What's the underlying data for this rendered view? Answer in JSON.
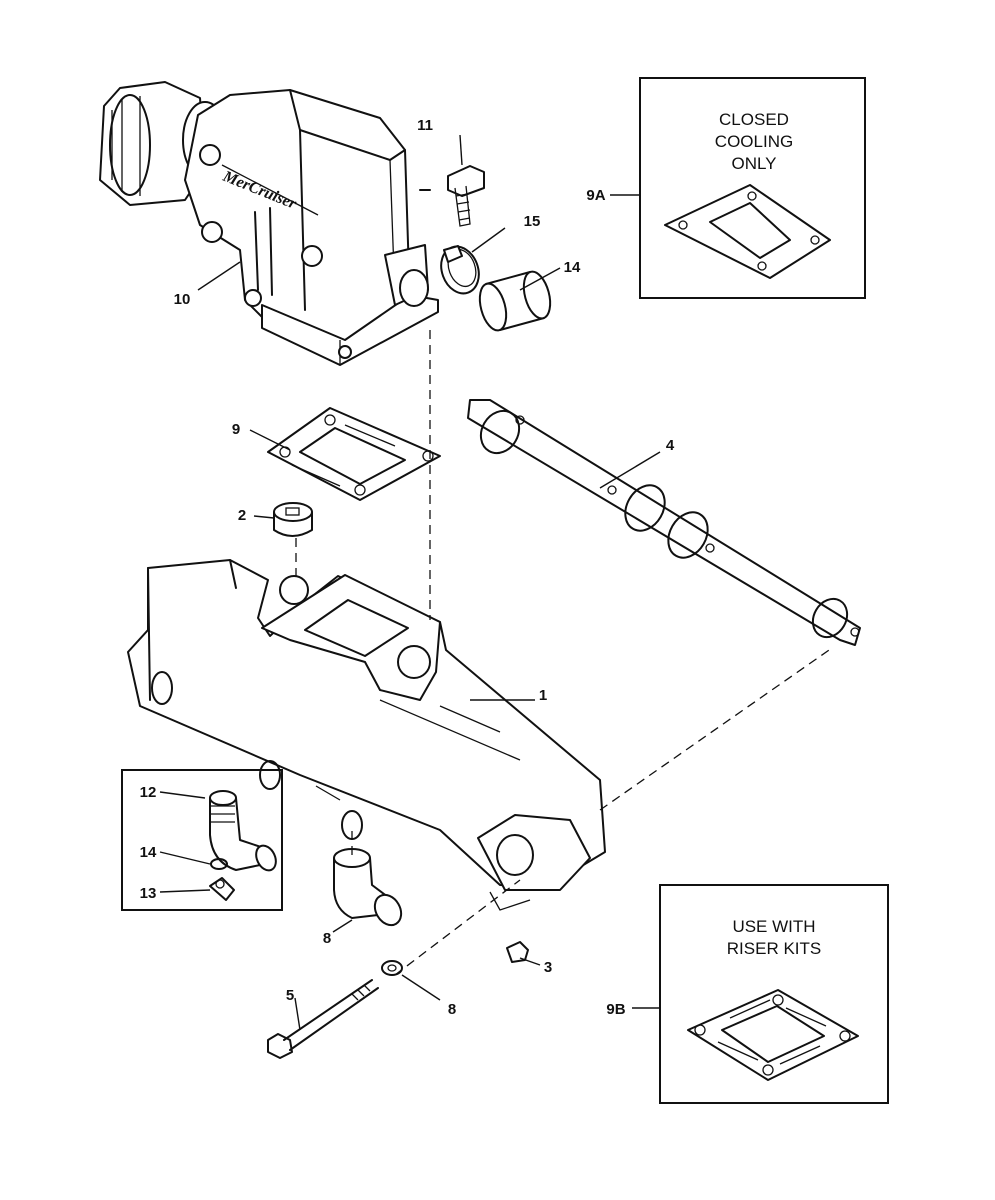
{
  "callouts": {
    "c1": "1",
    "c2": "2",
    "c3": "3",
    "c4": "4",
    "c5": "5",
    "c8a": "8",
    "c8b": "8",
    "c9": "9",
    "c9a": "9A",
    "c9b": "9B",
    "c10": "10",
    "c11": "11",
    "c12": "12",
    "c13": "13",
    "c14a": "14",
    "c14b": "14",
    "c15": "15"
  },
  "inset_closed_cooling": {
    "line1": "CLOSED",
    "line2": "COOLING",
    "line3": "ONLY"
  },
  "inset_riser_kits": {
    "line1": "USE WITH",
    "line2": "RISER KITS"
  },
  "elbow_logo": "MerCruiser"
}
